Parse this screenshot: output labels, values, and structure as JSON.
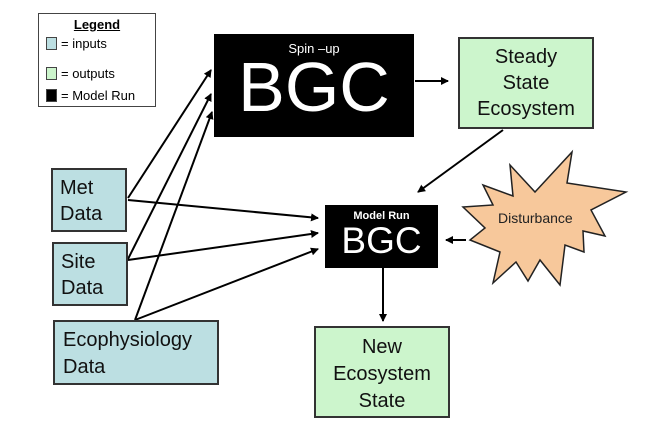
{
  "legend": {
    "title": "Legend",
    "items": [
      {
        "label": "= inputs",
        "color": "#bcdfe2"
      },
      {
        "label": "= outputs",
        "color": "#ccf5cc"
      },
      {
        "label": "= Model Run",
        "color": "#000000"
      }
    ]
  },
  "spinup": {
    "subtitle": "Spin –up",
    "title": "BGC"
  },
  "steady_state": {
    "lines": [
      "Steady",
      "State",
      "Ecosystem"
    ]
  },
  "model_run": {
    "subtitle": "Model Run",
    "title": "BGC"
  },
  "disturbance": {
    "label": "Disturbance",
    "color": "#f7c89b"
  },
  "inputs": {
    "met": {
      "lines": [
        "Met",
        "Data"
      ]
    },
    "site": {
      "lines": [
        "Site",
        "Data"
      ]
    },
    "eco": {
      "lines": [
        "Ecophysiology",
        "Data"
      ]
    }
  },
  "new_state": {
    "lines": [
      "New",
      "Ecosystem",
      "State"
    ]
  }
}
